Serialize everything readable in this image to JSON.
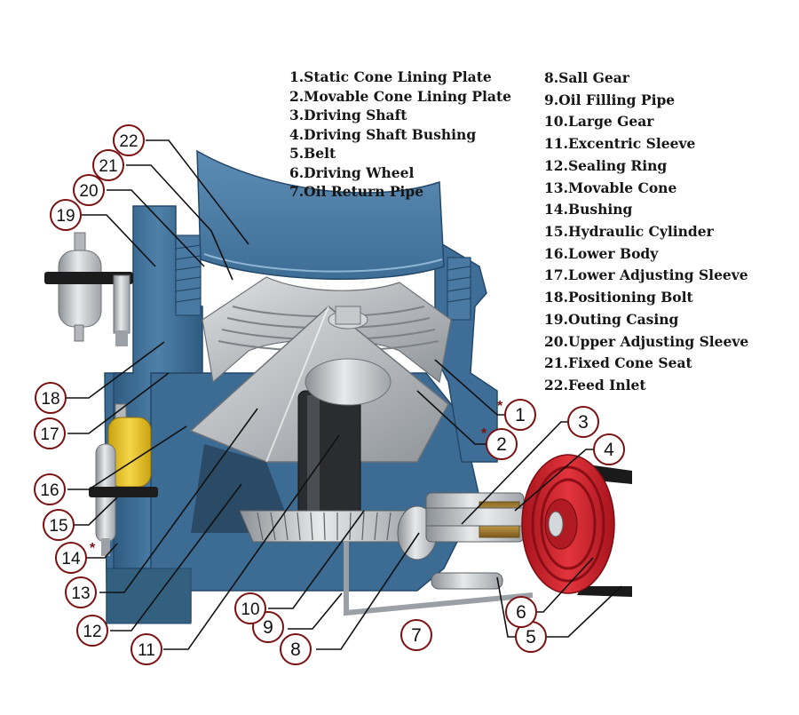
{
  "legend": [
    "1.Static Cone Lining Plate",
    "2.Movable Cone Lining Plate",
    "3.Driving Shaft",
    "4.Driving Shaft Bushing",
    "5.Belt",
    "6.Driving Wheel",
    "7.Oil Return Pipe",
    "8.Sall Gear",
    "9.Oil Filling Pipe",
    "10.Large Gear",
    "11.Excentric Sleeve",
    "12.Sealing Ring",
    "13.Movable Cone",
    "14.Bushing",
    "15.Hydraulic Cylinder",
    "16.Lower Body",
    "17.Lower Adjusting Sleeve",
    "18.Positioning Bolt",
    "19.Outing Casing",
    "20.Upper Adjusting Sleeve",
    "21.Fixed Cone Seat",
    "22.Feed Inlet"
  ],
  "callouts": [
    "1",
    "2",
    "3",
    "4",
    "5",
    "6",
    "7",
    "8",
    "9",
    "10",
    "11",
    "12",
    "13",
    "14",
    "15",
    "16",
    "17",
    "18",
    "19",
    "20",
    "21",
    "22"
  ],
  "asterisk": "*",
  "colors": {
    "badge_stroke": "#7a1010",
    "leader": "#111111",
    "casing_blue": "#3f6f96",
    "casing_blue_dark": "#2d5578",
    "cone_gray": "#b9bcbf",
    "pulley_red": "#d0202a",
    "cylinder_yellow": "#e8c21e"
  }
}
